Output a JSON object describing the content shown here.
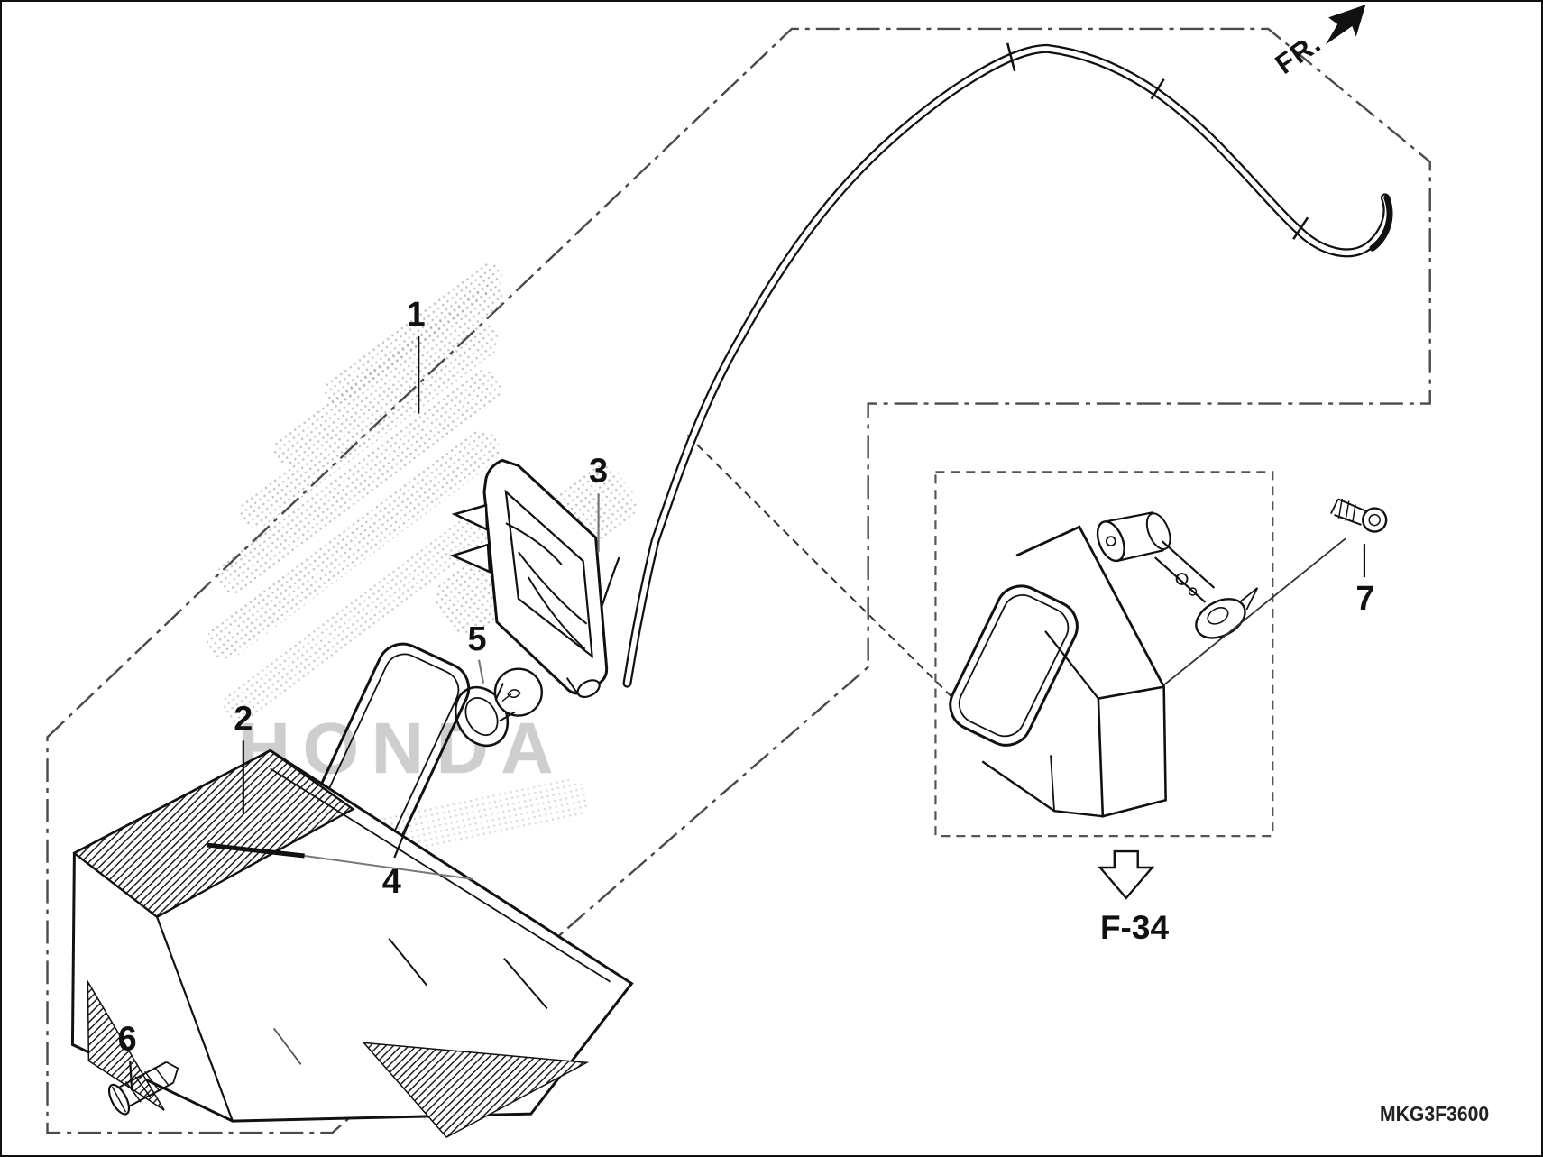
{
  "orientation": {
    "fr_label": "FR."
  },
  "watermark": {
    "text": "HONDA"
  },
  "callouts": {
    "c1": "1",
    "c2": "2",
    "c3": "3",
    "c4": "4",
    "c5": "5",
    "c6": "6",
    "c7": "7"
  },
  "reference": {
    "label": "F-34"
  },
  "footer": {
    "code": "MKG3F3600"
  }
}
